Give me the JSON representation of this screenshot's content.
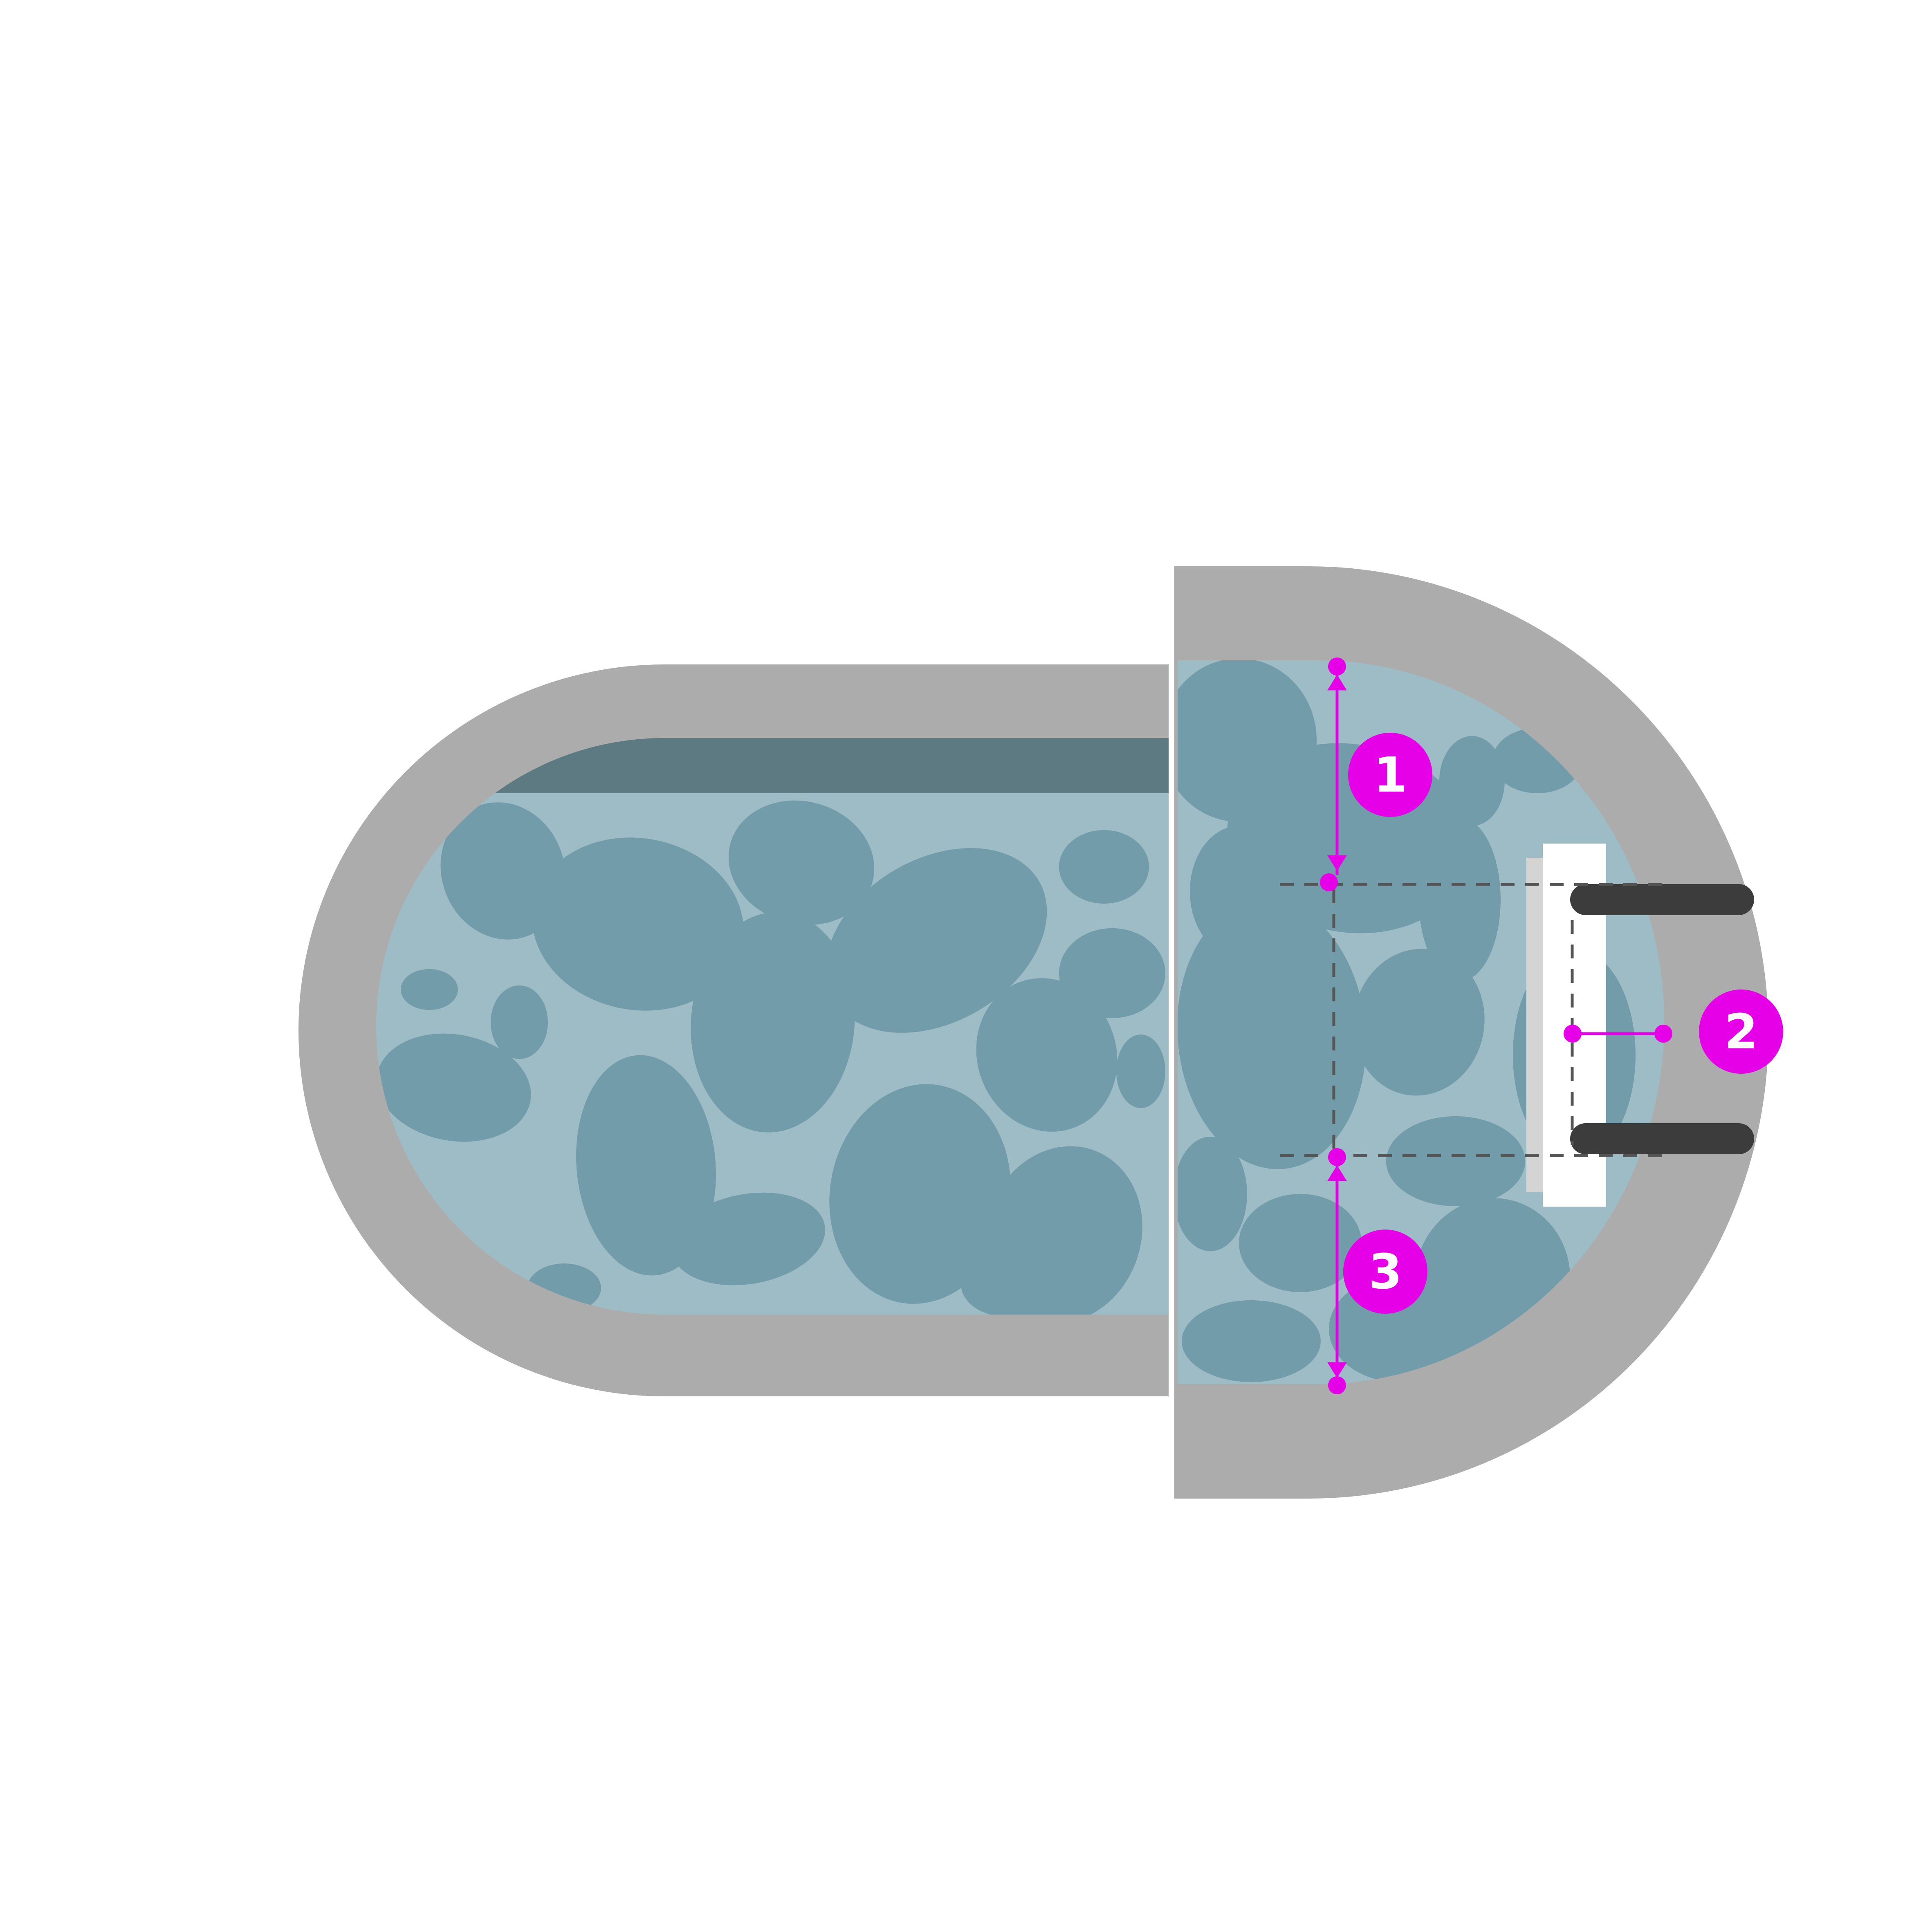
{
  "colors": {
    "background": "#ffffff",
    "deck": "#acacac",
    "water": "#739caa",
    "water_dark": "#5d7a82",
    "water_light": "#9dbcc6",
    "gap": "#ffffff",
    "rail": "#3c3c3c",
    "step": "#ffffff",
    "step_shadow": "#d4d4d4",
    "dimension": "#e600e8",
    "guide_line": "#555555"
  },
  "markers": [
    {
      "id": "1",
      "label": "1",
      "description": "top-clearance-dimension"
    },
    {
      "id": "2",
      "label": "2",
      "description": "ladder-offset-dimension"
    },
    {
      "id": "3",
      "label": "3",
      "description": "bottom-clearance-dimension"
    }
  ]
}
